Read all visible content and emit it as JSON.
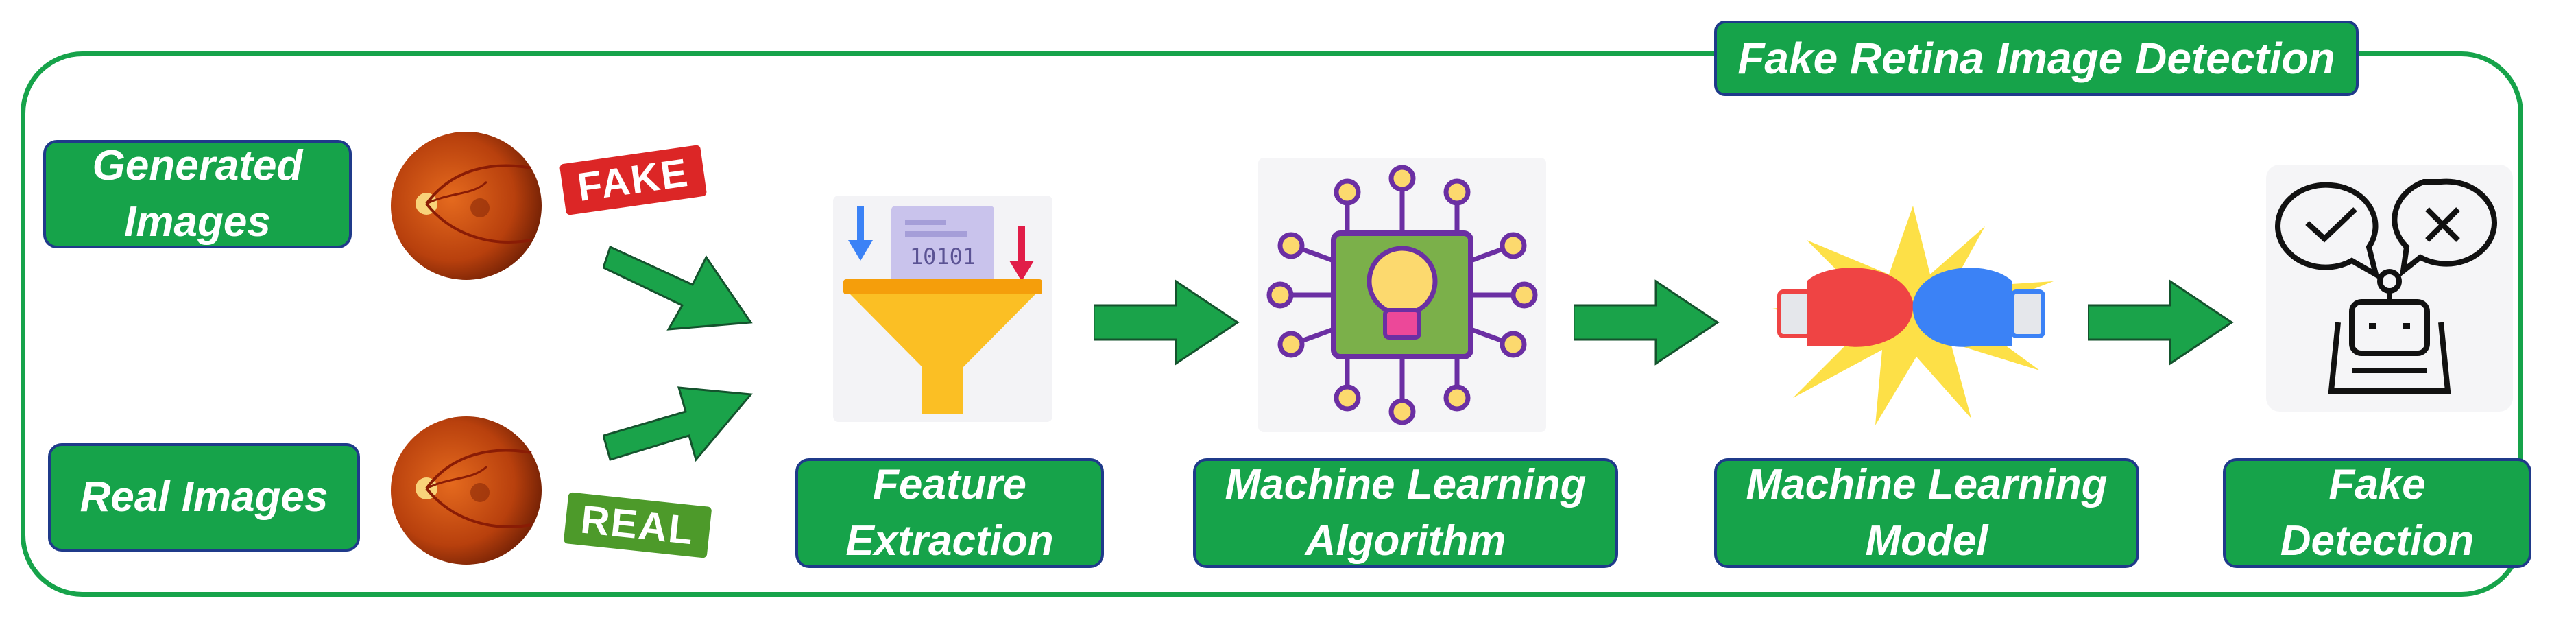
{
  "title": "Fake Retina Image Detection",
  "inputs": {
    "generated": "Generated\nImages",
    "real": "Real Images"
  },
  "stamps": {
    "fake": "FAKE",
    "real": "REAL"
  },
  "steps": {
    "feature_extraction": "Feature\nExtraction",
    "ml_algorithm": "Machine Learning\nAlgorithm",
    "ml_model": "Machine Learning\nModel",
    "fake_detection": "Fake\nDetection"
  },
  "binary_text": "10101",
  "colors": {
    "green": "#16a34a",
    "border_blue": "#1f3a8a",
    "arrow_green": "#1aa34a"
  },
  "icons": [
    "retina-icon",
    "funnel-icon",
    "chip-bulb-icon",
    "boxing-gloves-icon",
    "robot-icon",
    "check-bubble-icon",
    "cross-bubble-icon"
  ]
}
